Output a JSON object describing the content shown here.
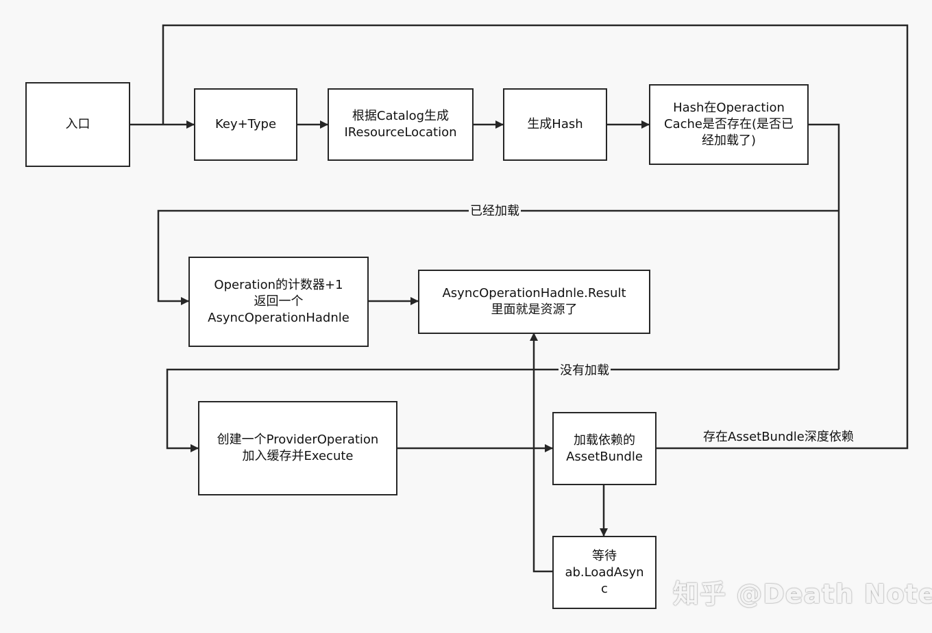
{
  "nodes": {
    "entry": "入口",
    "key_type": "Key+Type",
    "gen_location": "根据Catalog生成\nIResourceLocation",
    "gen_hash": "生成Hash",
    "hash_check": "Hash在Operaction\nCache是否存在(是否已\n经加载了)",
    "op_counter": "Operation的计数器+1\n返回一个\nAsyncOperationHadnle",
    "result": "AsyncOperationHadnle.Result\n里面就是资源了",
    "create_provider": "创建一个ProviderOperation\n加入缓存并Execute",
    "load_deps": "加载依赖的\nAssetBundle",
    "wait_load": "等待\nab.LoadAsyn\nc"
  },
  "edge_labels": {
    "loaded": "已经加载",
    "not_loaded": "没有加载",
    "deep_dep": "存在AssetBundle深度依赖"
  },
  "watermark": "知乎 @Death Note"
}
